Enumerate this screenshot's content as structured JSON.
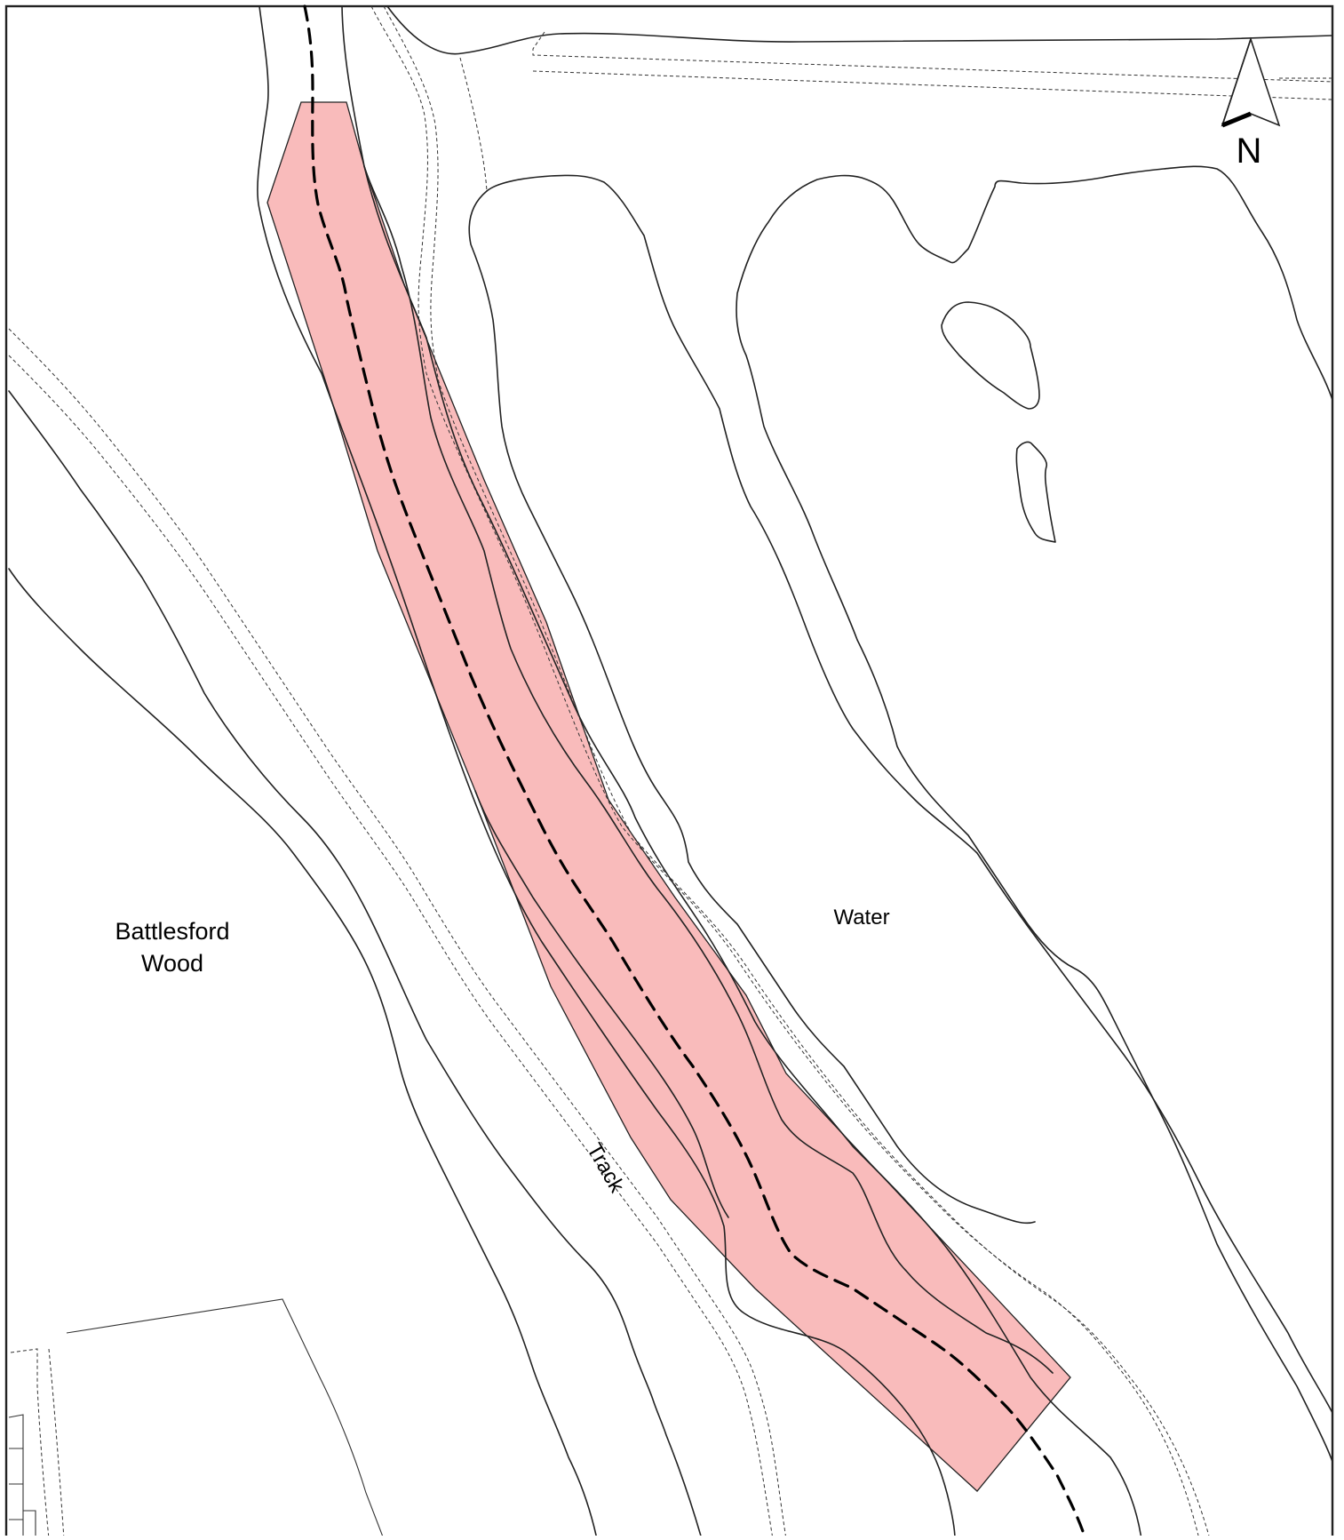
{
  "labels": {
    "wood_line1": "Battlesford",
    "wood_line2": "Wood",
    "water": "Water",
    "track": "Track",
    "north": "N"
  },
  "colors": {
    "site_fill": "#f9bbbb",
    "site_stroke": "#222222",
    "route": "#000000",
    "line": "#222222"
  },
  "icons": {
    "north_arrow": "north-arrow-icon"
  }
}
